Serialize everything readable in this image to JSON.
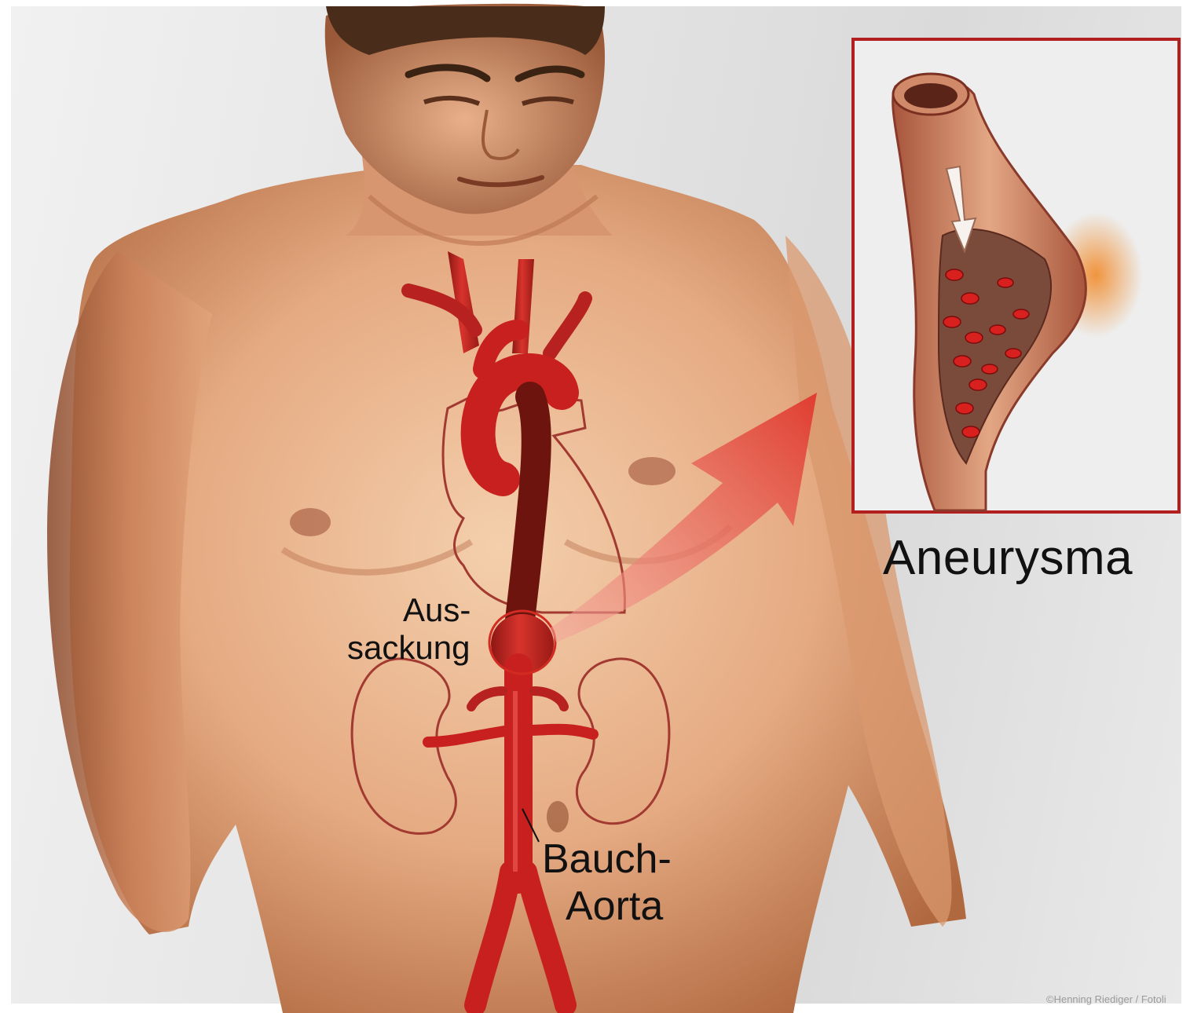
{
  "labels": {
    "aneurysma": "Aneurysma",
    "aus": "Aus-",
    "sackung": "sackung",
    "bauch": "Bauch-",
    "aorta": "Aorta",
    "credit": "©Henning Riediger / Fotoli"
  },
  "colors": {
    "skin_light": "#f0c7a2",
    "skin_mid": "#d99a72",
    "skin_shadow": "#9c5a3c",
    "hair": "#4a2c1a",
    "artery": "#c8201e",
    "artery_dark": "#7a1410",
    "organ_outline": "#a23a32",
    "inset_frame": "#b31f1f",
    "arrow": "#e24b3f"
  }
}
